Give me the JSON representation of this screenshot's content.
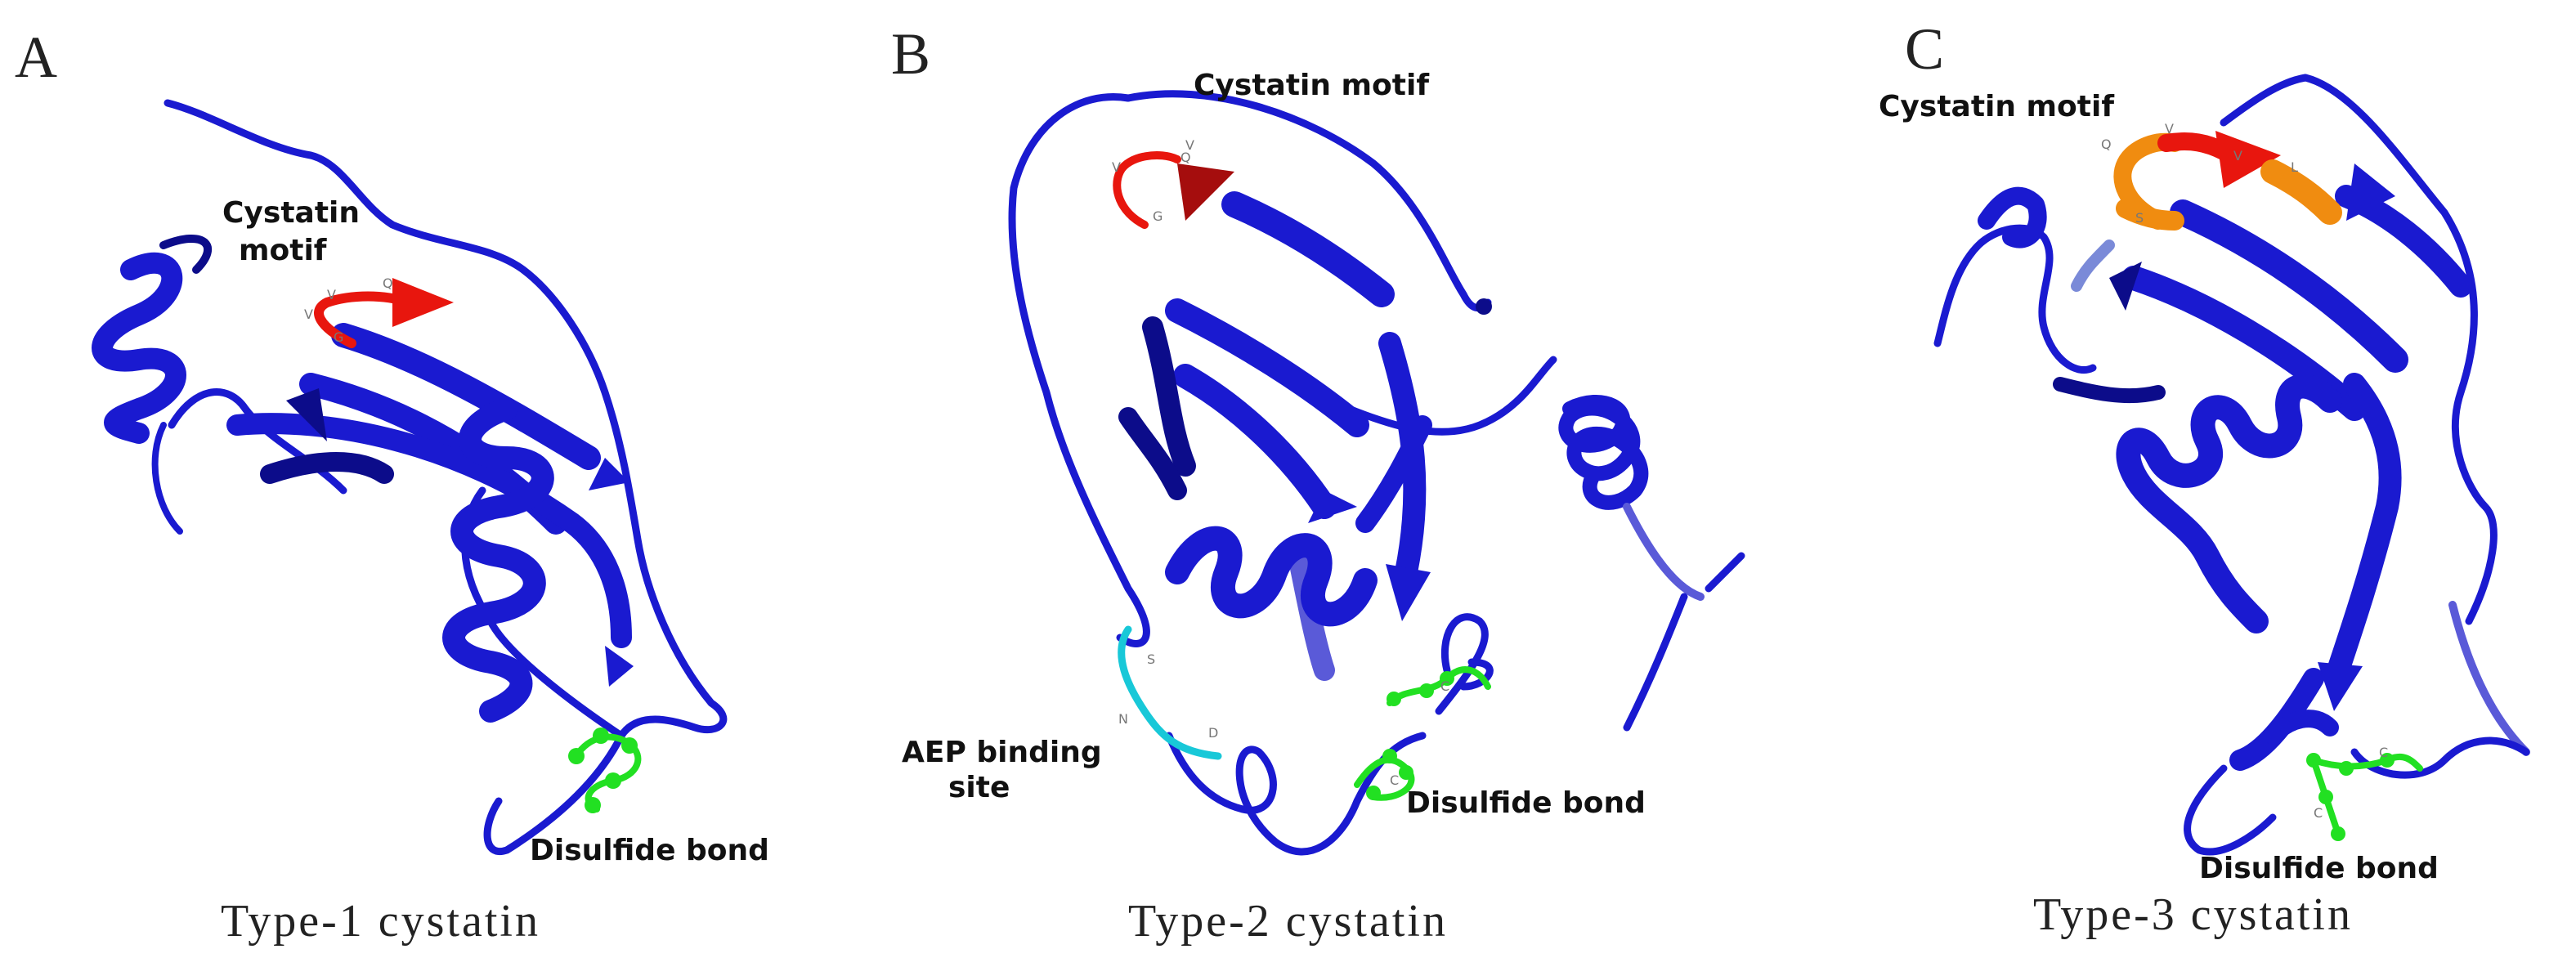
{
  "panels": [
    {
      "letter": "A",
      "caption": "Type-1 cystatin",
      "labels": {
        "motif_line1": "Cystatin",
        "motif_line2": "motif",
        "disulfide": "Disulfide bond"
      }
    },
    {
      "letter": "B",
      "caption": "Type-2 cystatin",
      "labels": {
        "motif": "Cystatin motif",
        "disulfide": "Disulfide bond",
        "aep_line1": "AEP binding",
        "aep_line2": "site"
      }
    },
    {
      "letter": "C",
      "caption": "Type-3 cystatin",
      "labels": {
        "motif": "Cystatin motif",
        "disulfide": "Disulfide bond"
      }
    }
  ],
  "residue_letters": {
    "a": [
      "Q",
      "V",
      "V",
      "G"
    ],
    "b": [
      "V",
      "V",
      "Q",
      "G",
      "S",
      "N",
      "D",
      "C",
      "C"
    ],
    "c": [
      "Q",
      "V",
      "V",
      "L",
      "S",
      "C",
      "C"
    ]
  },
  "colors": {
    "protein": "#1a1ad0",
    "protein_dark": "#0c0c8a",
    "motif": "#e8160e",
    "motif_dark": "#a50d0d",
    "motif_flank": "#f08c10",
    "disulfide": "#22e022",
    "aep": "#18c8d8"
  }
}
